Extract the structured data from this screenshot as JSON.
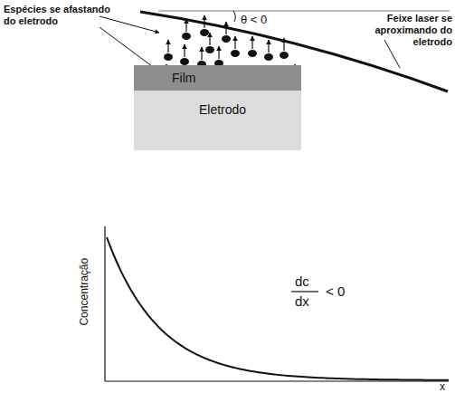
{
  "diagram": {
    "nodes": [
      {
        "text": [
          "Film"
        ]
      },
      {
        "text": [
          "Eletrodo"
        ]
      }
    ],
    "labels": [
      "Espécies se afastando do eletrodo",
      "θ < 0",
      "Feixe laser se aproximando do eletrodo",
      "Concentração",
      "x",
      "dc",
      "dx",
      "< 0"
    ]
  }
}
